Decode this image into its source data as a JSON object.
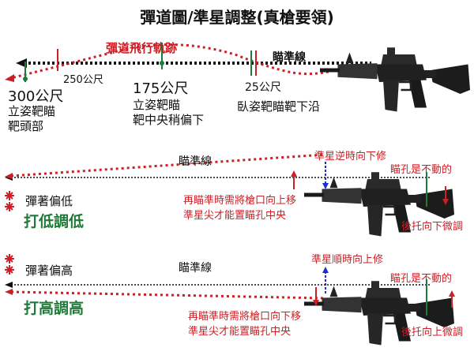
{
  "title": "彈道圖/準星調整(真槍要領)",
  "colors": {
    "red": "#cc2026",
    "green": "#1f7a38",
    "blue": "#1a2fd0",
    "black": "#111111"
  },
  "top": {
    "trajectory_label": "彈道飛行軌跡",
    "sight_line_label": "瞄準線",
    "dist_300": "300公尺",
    "dist_250": "250公尺",
    "dist_175": "175公尺",
    "dist_25": "25公尺",
    "desc_300_line1": "立姿靶瞄",
    "desc_300_line2": "靶頭部",
    "desc_175_line1": "立姿靶瞄",
    "desc_175_line2": "靶中央稍偏下",
    "desc_25": "臥姿靶瞄靶下沿"
  },
  "low": {
    "sight_line_label": "瞄準線",
    "front_sight_note": "準星逆時向下修",
    "rear_sight_fixed": "瞄孔是不動的",
    "impact_label": "彈著偏低",
    "action_label": "打低調低",
    "reaim_line1": "再瞄準時需將槍口向上移",
    "reaim_line2": "準星尖才能置瞄孔中央",
    "stock_note": "後托向下微調"
  },
  "high": {
    "impact_label": "彈著偏高",
    "sight_line_label": "瞄準線",
    "front_sight_note": "準星順時向上修",
    "rear_sight_fixed": "瞄孔是不動的",
    "action_label": "打高調高",
    "reaim_line1": "再瞄準時需將槍口向下移",
    "reaim_line2": "準星尖才能置瞄孔中央",
    "stock_note": "後托向上微調"
  }
}
